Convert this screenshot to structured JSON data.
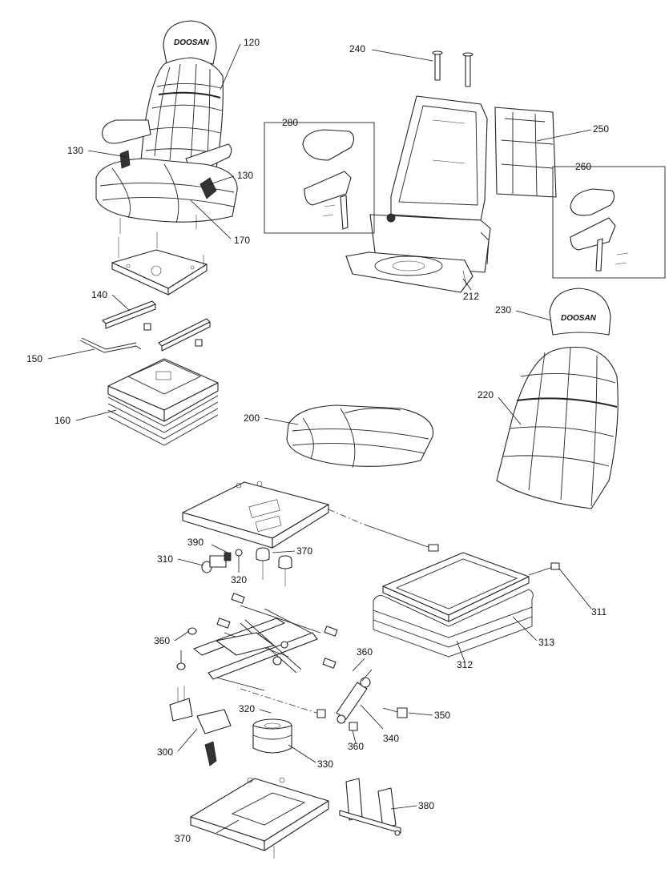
{
  "logo_text": "DOOSAN",
  "callouts": {
    "c120": "120",
    "c130a": "130",
    "c130b": "130",
    "c170": "170",
    "c140": "140",
    "c150": "150",
    "c160": "160",
    "c240": "240",
    "c280": "280",
    "c250": "250",
    "c260": "260",
    "c212": "212",
    "c230": "230",
    "c220": "220",
    "c200": "200",
    "c390": "390",
    "c370a": "370",
    "c310": "310",
    "c320a": "320",
    "c311": "311",
    "c313": "313",
    "c312": "312",
    "c360a": "360",
    "c360b": "360",
    "c320b": "320",
    "c350": "350",
    "c300": "300",
    "c330": "330",
    "c340": "340",
    "c360c": "360",
    "c380": "380",
    "c370b": "370"
  }
}
